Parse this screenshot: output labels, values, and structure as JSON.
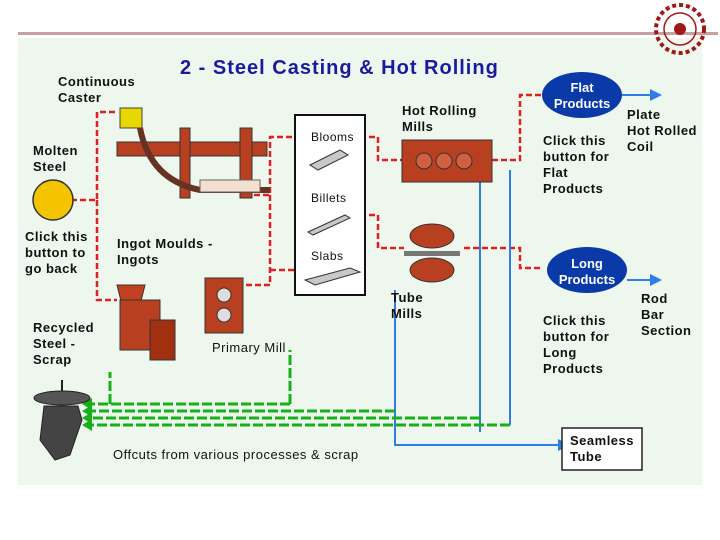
{
  "title": "2 - Steel Casting & Hot Rolling",
  "labels": {
    "continuous_caster": [
      "Continuous",
      "Caster"
    ],
    "molten_steel": [
      "Molten",
      "Steel"
    ],
    "back_hint": [
      "Click this",
      "button to",
      "go back"
    ],
    "ingot_moulds": [
      "Ingot Moulds -",
      "Ingots"
    ],
    "recycled_scrap": [
      "Recycled",
      "Steel -",
      "Scrap"
    ],
    "primary_mill": "Primary Mill",
    "hot_rolling_mills": [
      "Hot Rolling",
      "Mills"
    ],
    "tube_mills": [
      "Tube",
      "Mills"
    ],
    "blooms": "Blooms",
    "billets": "Billets",
    "slabs": "Slabs",
    "flat_hint": [
      "Click this",
      "button for",
      "Flat",
      "Products"
    ],
    "long_hint": [
      "Click this",
      "button for",
      "Long",
      "Products"
    ],
    "plate_coil": [
      "Plate",
      "Hot Rolled",
      "Coil"
    ],
    "rod_bar": [
      "Rod",
      "Bar",
      "Section"
    ],
    "offcuts": "Offcuts from various processes & scrap",
    "seamless_tube": [
      "Seamless",
      "Tube"
    ]
  },
  "buttons": {
    "flat_products": [
      "Flat",
      "Products"
    ],
    "long_products": [
      "Long",
      "Products"
    ]
  },
  "colors": {
    "title": "#1a1aa0",
    "button_fill": "#0a3aa8",
    "back_button": "#f5c400",
    "red_flow": "#e02020",
    "blue_flow": "#2f7de8",
    "green_flow": "#18b018"
  }
}
